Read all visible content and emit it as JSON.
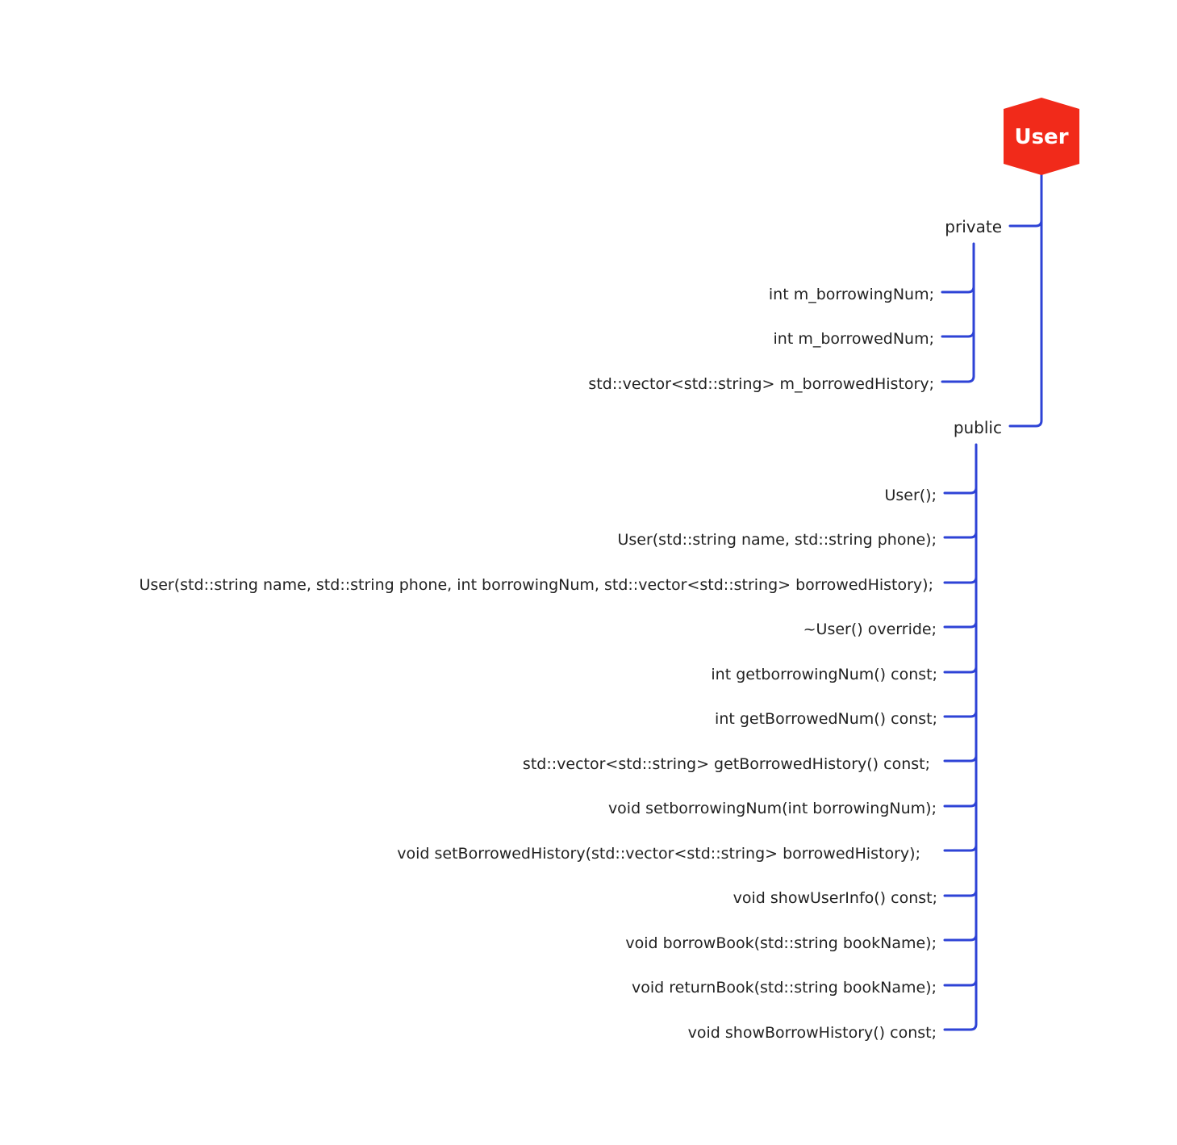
{
  "root": {
    "label": "User",
    "color": "#f12a1a"
  },
  "line_color": "#2e43d6",
  "branches": [
    {
      "label": "private",
      "items": [
        "int m_borrowingNum;",
        "int m_borrowedNum;",
        "std::vector<std::string> m_borrowedHistory;"
      ]
    },
    {
      "label": "public",
      "items": [
        "User();",
        "User(std::string name, std::string phone);",
        "User(std::string name, std::string phone, int borrowingNum, std::vector<std::string> borrowedHistory);",
        "~User() override;",
        "int getborrowingNum() const;",
        "int getBorrowedNum() const;",
        "std::vector<std::string> getBorrowedHistory() const;",
        "void setborrowingNum(int borrowingNum);",
        "void setBorrowedHistory(std::vector<std::string> borrowedHistory);",
        "void showUserInfo() const;",
        "void borrowBook(std::string bookName);",
        "void returnBook(std::string bookName);",
        "void showBorrowHistory() const;"
      ]
    }
  ]
}
